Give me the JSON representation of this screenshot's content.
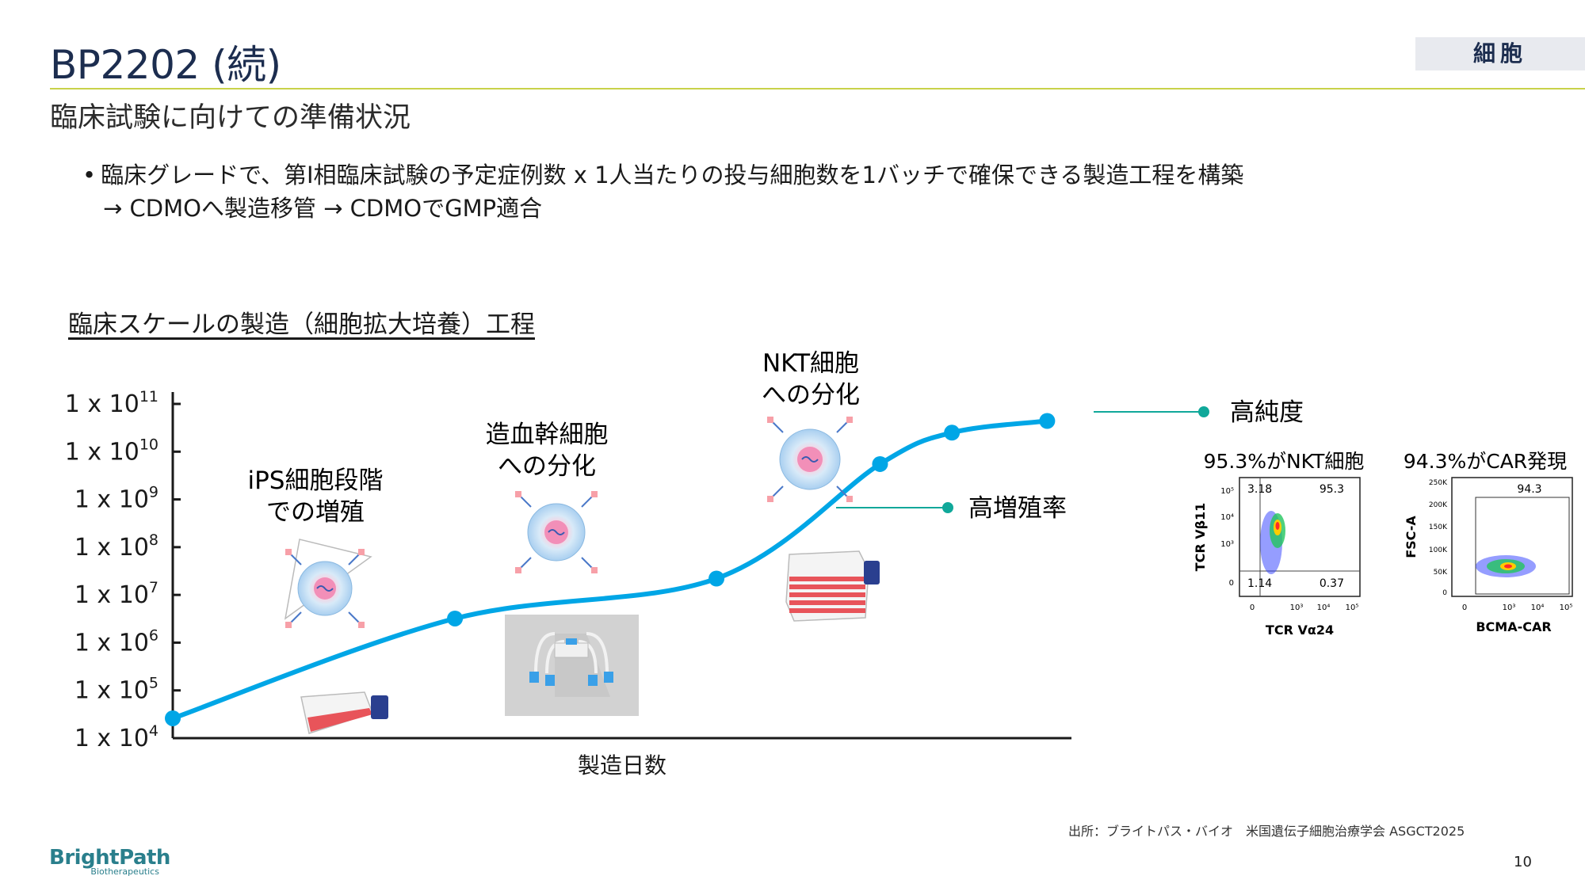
{
  "header": {
    "title": "BP2202 (続)",
    "tag": "細胞",
    "subtitle": "臨床試験に向けての準備状況"
  },
  "bullet": {
    "line1": "臨床グレードで、第I相臨床試験の予定症例数 x  1人当たりの投与細胞数を1バッチで確保できる製造工程を構築",
    "line2": "→ CDMOへ製造移管 → CDMOでGMP適合"
  },
  "section_title": "臨床スケールの製造（細胞拡大培養）工程",
  "chart_data": {
    "type": "line",
    "xlabel": "製造日数",
    "y_scale": "log",
    "ylim": [
      10000,
      100000000000
    ],
    "y_ticks": [
      {
        "value": 10000,
        "base": "1 x 10",
        "exp": "4"
      },
      {
        "value": 100000,
        "base": "1 x 10",
        "exp": "5"
      },
      {
        "value": 1000000,
        "base": "1 x 10",
        "exp": "6"
      },
      {
        "value": 10000000,
        "base": "1 x 10",
        "exp": "7"
      },
      {
        "value": 100000000,
        "base": "1 x 10",
        "exp": "8"
      },
      {
        "value": 1000000000,
        "base": "1 x 10",
        "exp": "9"
      },
      {
        "value": 10000000000,
        "base": "1 x 10",
        "exp": "10"
      },
      {
        "value": 100000000000,
        "base": "1 x 10",
        "exp": "11"
      }
    ],
    "series": [
      {
        "points": [
          {
            "t": 0.0,
            "y": 26000
          },
          {
            "t": 0.314,
            "y": 3200000
          },
          {
            "t": 0.605,
            "y": 22000000
          },
          {
            "t": 0.787,
            "y": 5500000000
          },
          {
            "t": 0.867,
            "y": 25000000000
          },
          {
            "t": 0.973,
            "y": 44000000000
          }
        ]
      }
    ],
    "stage_labels": [
      {
        "line1": "iPS細胞段階",
        "line2": "での増殖"
      },
      {
        "line1": "造血幹細胞",
        "line2": "への分化"
      },
      {
        "line1": "NKT細胞",
        "line2": "への分化"
      }
    ],
    "annotations": {
      "proliferation": "高増殖率",
      "purity": "高純度"
    },
    "facs": [
      {
        "caption": "95.3%がNKT細胞",
        "xlabel": "TCR Vα24",
        "ylabel": "TCR Vβ11",
        "quadrants": {
          "ul": "3.18",
          "ur": "95.3",
          "ll": "1.14",
          "lr": "0.37"
        },
        "x_ticks": [
          "0",
          "10³",
          "10⁴",
          "10⁵"
        ],
        "y_ticks": [
          "10⁵",
          "10⁴",
          "10³",
          "0"
        ]
      },
      {
        "caption": "94.3%がCAR発現",
        "xlabel": "BCMA-CAR",
        "ylabel": "FSC-A",
        "gate": "94.3",
        "x_ticks": [
          "0",
          "10³",
          "10⁴",
          "10⁵"
        ],
        "y_ticks": [
          "250K",
          "200K",
          "150K",
          "100K",
          "50K",
          "0"
        ]
      }
    ],
    "colors": {
      "line": "#00a6e6",
      "annotation": "#10a89a",
      "axis": "#1a1a1a"
    }
  },
  "footer": {
    "source": "出所：ブライトパス・バイオ　米国遺伝子細胞治療学会 ASGCT2025",
    "page_number": "10",
    "logo_main": "BrightPath",
    "logo_sub": "Biotherapeutics"
  }
}
